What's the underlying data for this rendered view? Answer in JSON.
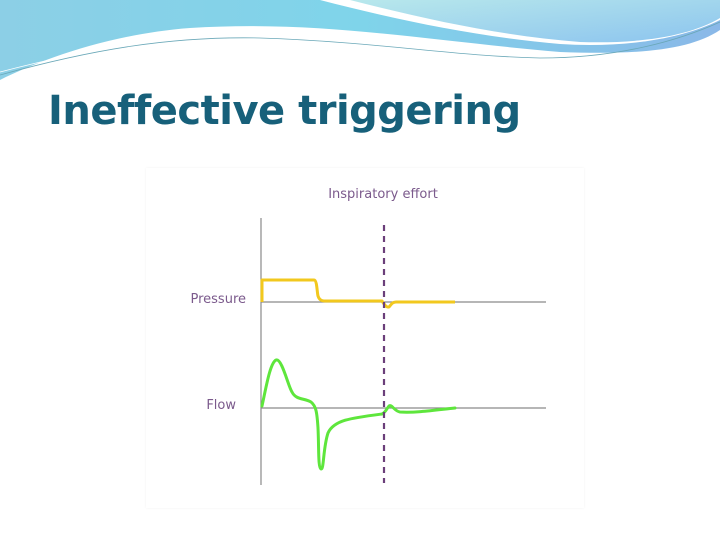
{
  "slide": {
    "title": "Ineffective triggering"
  },
  "diagram": {
    "annotation": "Inspiratory effort",
    "labels": {
      "pressure": "Pressure",
      "flow": "Flow"
    },
    "colors": {
      "pressure": "#f2c81e",
      "flow": "#5ee63c",
      "marker": "#6b3f7a",
      "axis": "#8a8a8a",
      "label": "#7b5a8c",
      "title": "#17607a"
    }
  }
}
